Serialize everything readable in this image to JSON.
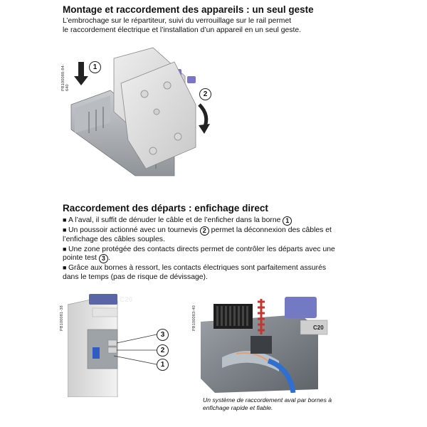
{
  "section1": {
    "title": "Montage et raccordement des appareils : un seul geste",
    "lines": [
      "L’embrochage sur le répartiteur, suivi du verrouillage sur le rail permet",
      "le raccordement électrique et l’installation d’un appareil en un seul geste."
    ],
    "figure_ref": "PB100088-84-640",
    "callouts": [
      "1",
      "2"
    ]
  },
  "section2": {
    "title": "Raccordement des départs : enfichage direct",
    "bullets": [
      {
        "text": "A l’aval, il suffit de dénuder le câble et de l’enficher dans la borne",
        "num": "1"
      },
      {
        "text_before": "Un poussoir actionné avec un tournevis",
        "num": "2",
        "text_after": "permet la déconnexion des câbles et",
        "cont": "l’enfichage des câbles souples."
      },
      {
        "text": "Une zone protégée des contacts directs permet de contrôler les départs avec une",
        "cont": "pointe test",
        "num": "3"
      },
      {
        "text": "Grâce aux bornes à ressort, les contacts électriques sont parfaitement assurés",
        "cont": "dans le temps (pas de risque de dévissage)."
      }
    ]
  },
  "figure_left": {
    "ref": "PB100081-38",
    "rating": "C20",
    "callouts": [
      "3",
      "2",
      "1"
    ]
  },
  "figure_right": {
    "ref": "PB100083-40",
    "rating": "C20",
    "caption": [
      "Un système de raccordement aval par bornes à",
      "enfichage rapide et fiable."
    ]
  }
}
